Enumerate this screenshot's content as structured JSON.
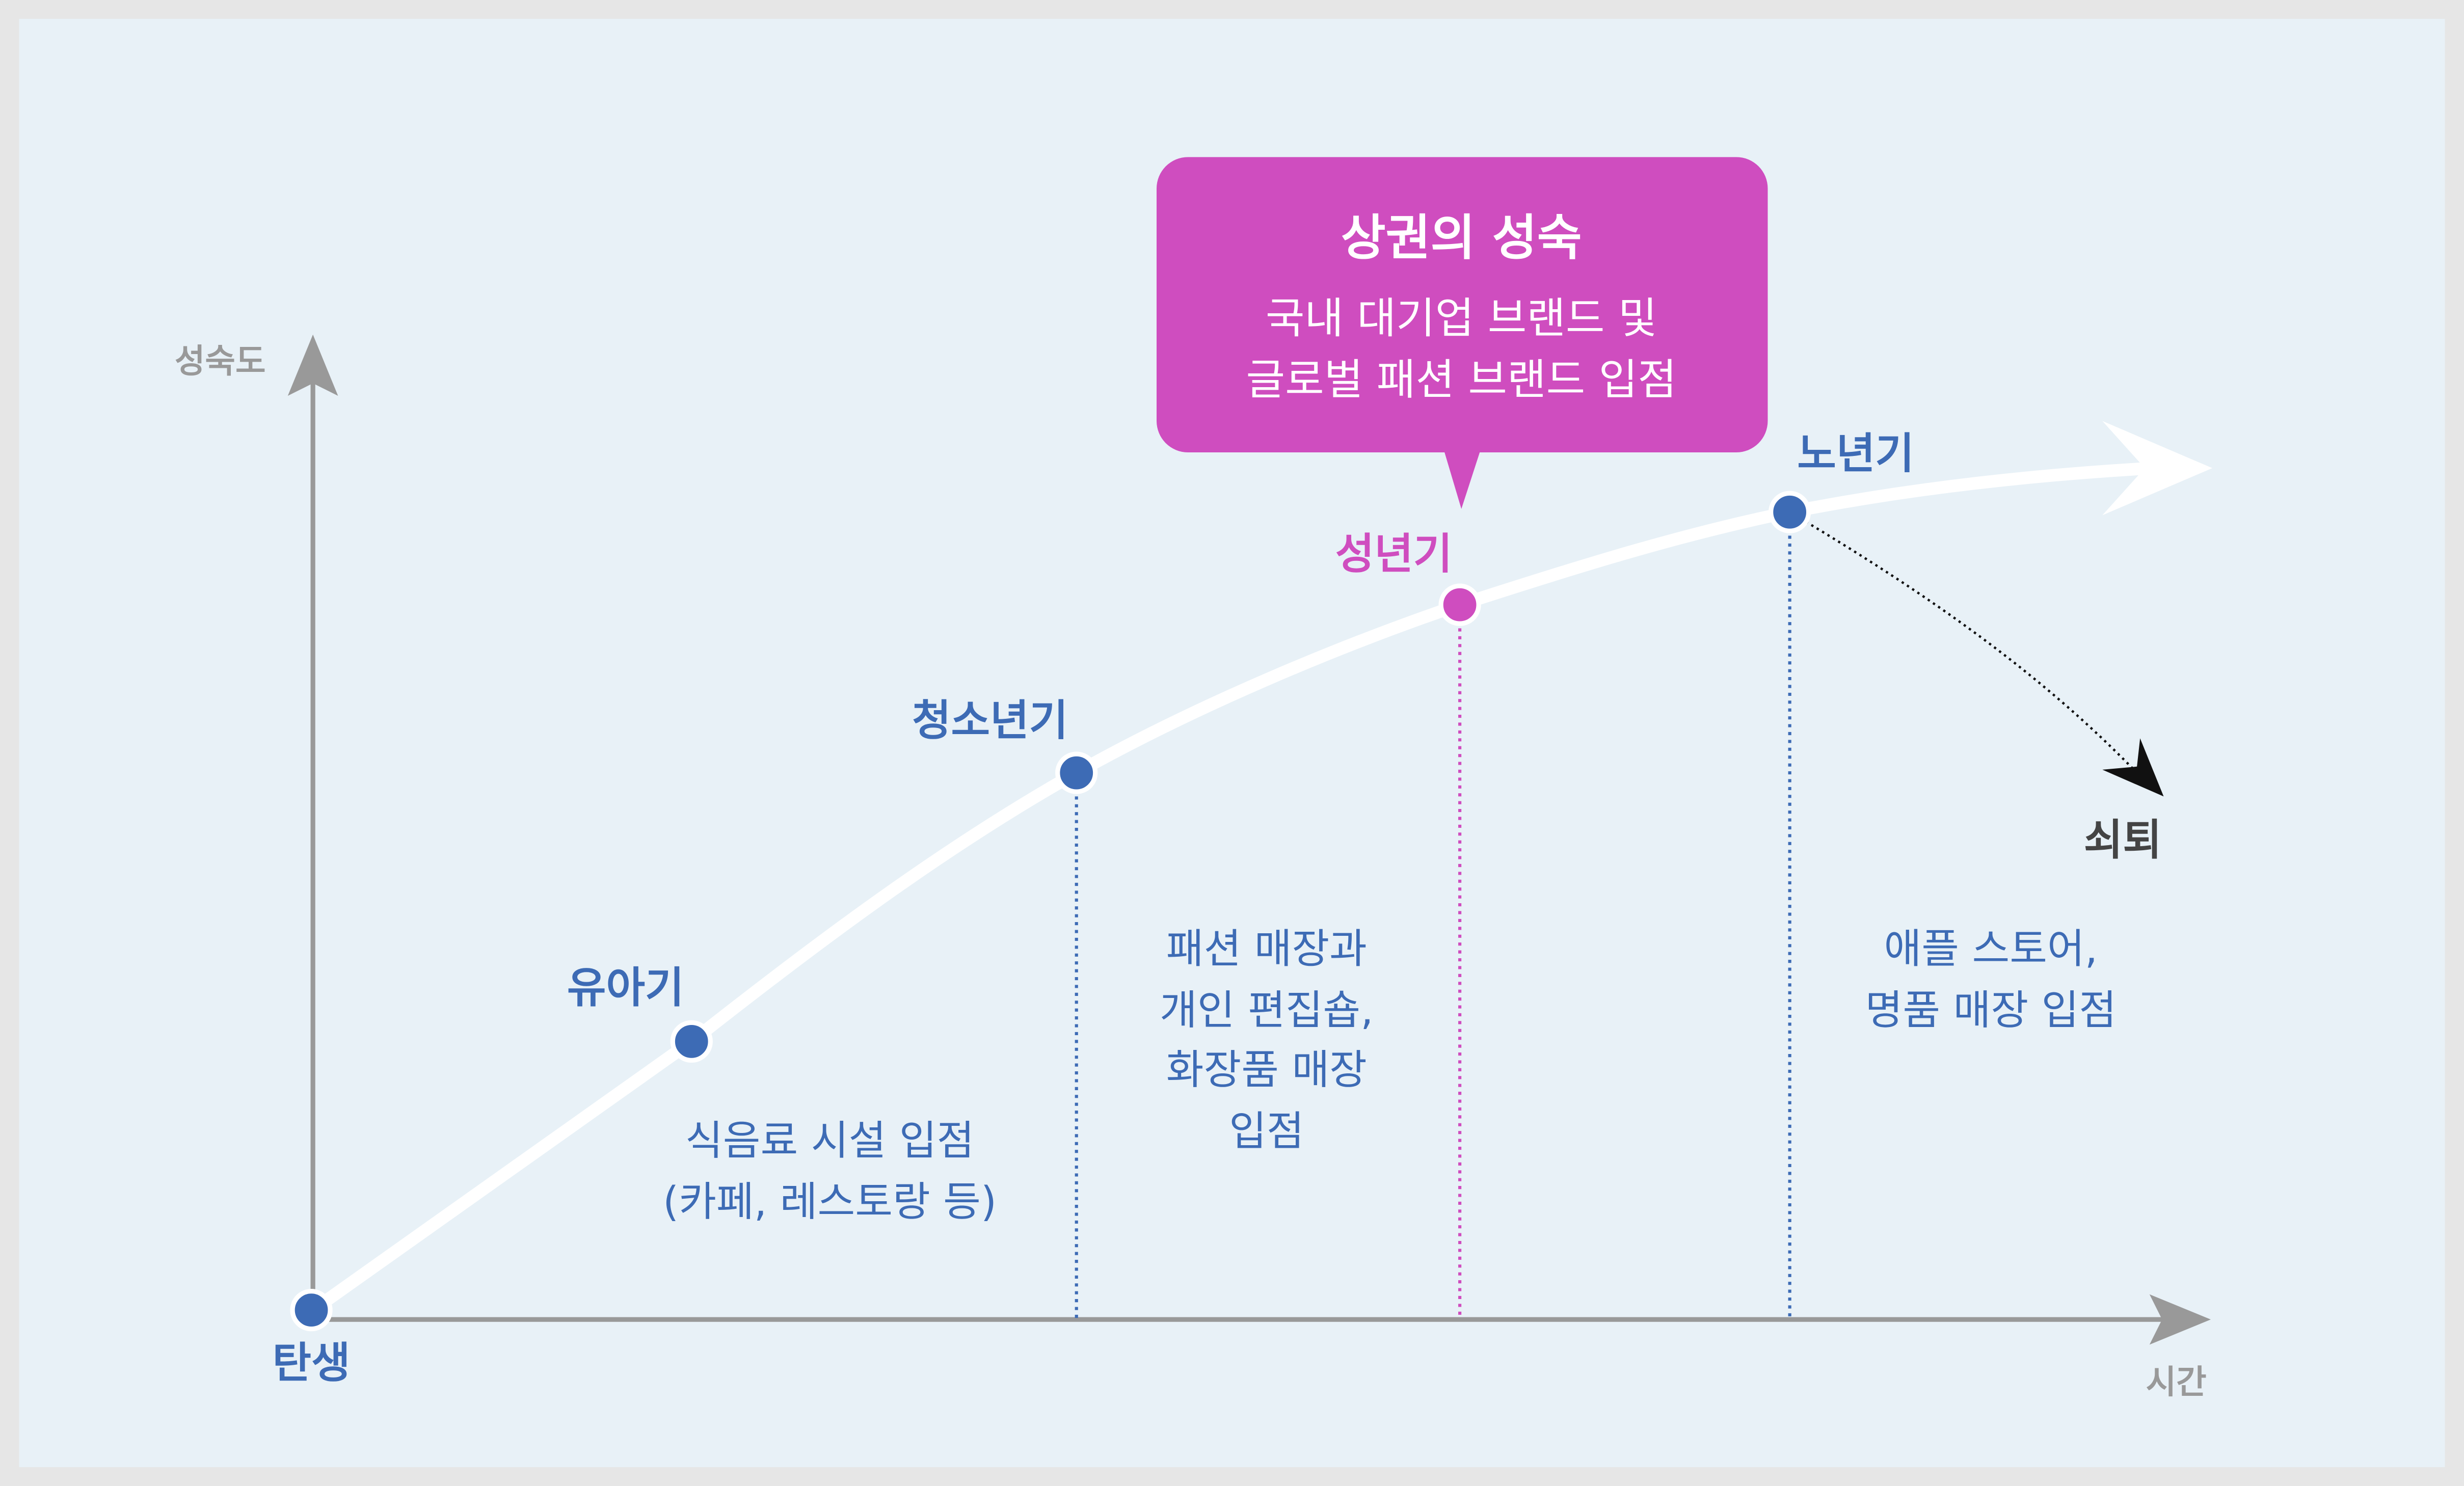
{
  "axes": {
    "y_label": "성숙도",
    "x_label": "시간"
  },
  "stages": [
    {
      "id": "birth",
      "label": "탄생"
    },
    {
      "id": "infancy",
      "label": "유아기"
    },
    {
      "id": "adolescence",
      "label": "청소년기"
    },
    {
      "id": "adulthood",
      "label": "성년기"
    },
    {
      "id": "old-age",
      "label": "노년기"
    }
  ],
  "decline_label": "쇠퇴",
  "callout": {
    "title": "상권의 성숙",
    "lines": [
      "국내 대기업 브랜드 및",
      "글로벌 패션 브랜드 입점"
    ]
  },
  "descriptions": {
    "infancy": [
      "식음료 시설 입점",
      "(카페, 레스토랑 등)"
    ],
    "adolescence": [
      "패션 매장과",
      "개인 편집숍,",
      "화장품 매장",
      "입점"
    ],
    "old_age": [
      "애플 스토어,",
      "명품 매장 입점"
    ]
  },
  "colors": {
    "blue": "#3d6bb5",
    "magenta": "#cf4dbf",
    "gray": "#999999",
    "background": "#e8f1f7",
    "dark": "#444444"
  }
}
